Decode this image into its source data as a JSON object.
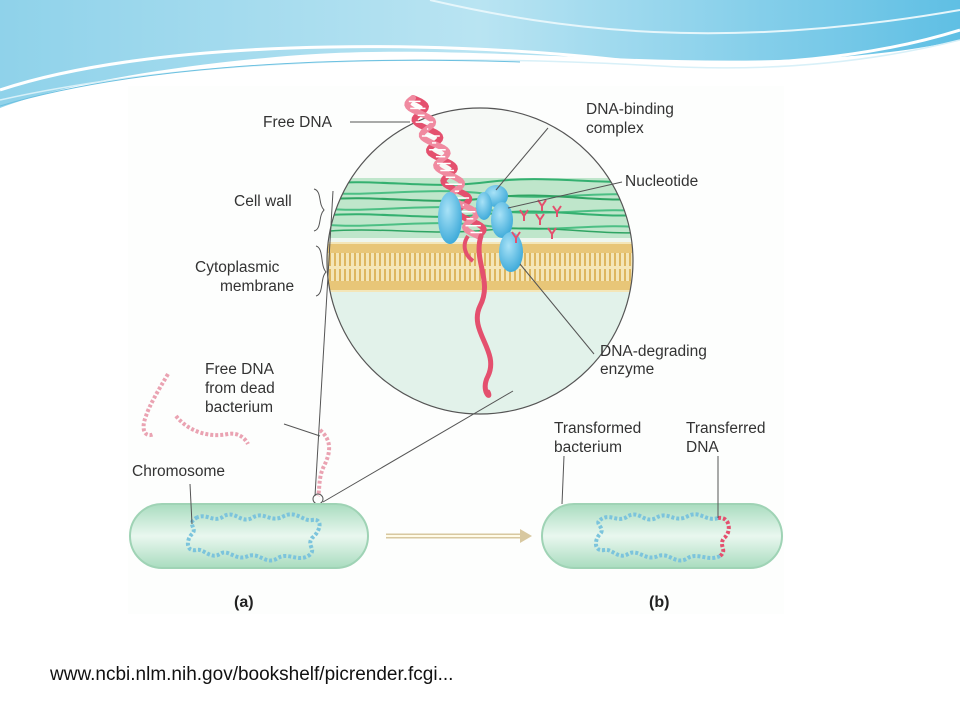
{
  "figure": {
    "labels": {
      "free_dna": "Free DNA",
      "cell_wall": "Cell wall",
      "cytoplasmic_membrane_line1": "Cytoplasmic",
      "cytoplasmic_membrane_line2": "membrane",
      "dna_binding_line1": "DNA-binding",
      "dna_binding_line2": "complex",
      "nucleotide": "Nucleotide",
      "dna_degrading_line1": "DNA-degrading",
      "dna_degrading_line2": "enzyme",
      "free_dna_dead_line1": "Free DNA",
      "free_dna_dead_line2": "from dead",
      "free_dna_dead_line3": "bacterium",
      "chromosome": "Chromosome",
      "transformed_line1": "Transformed",
      "transformed_line2": "bacterium",
      "transferred_line1": "Transferred",
      "transferred_line2": "DNA"
    },
    "panel_a": "(a)",
    "panel_b": "(b)"
  },
  "footer": {
    "source_url": "www.ncbi.nlm.nih.gov/bookshelf/picrender.fcgi..."
  },
  "colors": {
    "dna_red": "#e4506e",
    "chromosome_blue": "#7cc4dc",
    "cell_fill": "#c9ebd6",
    "membrane": "#e8c678",
    "wall_green": "#4cbf84",
    "protein_blue": "#49b6e2",
    "swoosh_blue": "#8fd2ea"
  }
}
